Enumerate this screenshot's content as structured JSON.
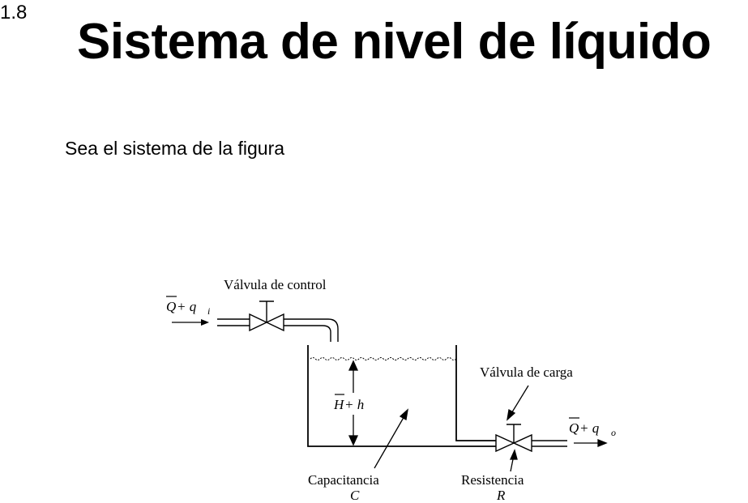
{
  "header": {
    "section_number": "1.8",
    "title": "Sistema de nivel de líquido"
  },
  "body": {
    "intro": "Sea el sistema de la figura"
  },
  "diagram": {
    "inflow_label_main": "Q",
    "inflow_label_rest": " + q",
    "inflow_subscript": "i",
    "control_valve_label": "Válvula de control",
    "level_label_main": "H",
    "level_label_rest": " + h",
    "load_valve_label": "Válvula de carga",
    "outflow_label_main": "Q",
    "outflow_label_rest": " + q",
    "outflow_subscript": "o",
    "capacitance_label": "Capacitancia",
    "capacitance_symbol": "C",
    "resistance_label": "Resistencia",
    "resistance_symbol": "R"
  }
}
